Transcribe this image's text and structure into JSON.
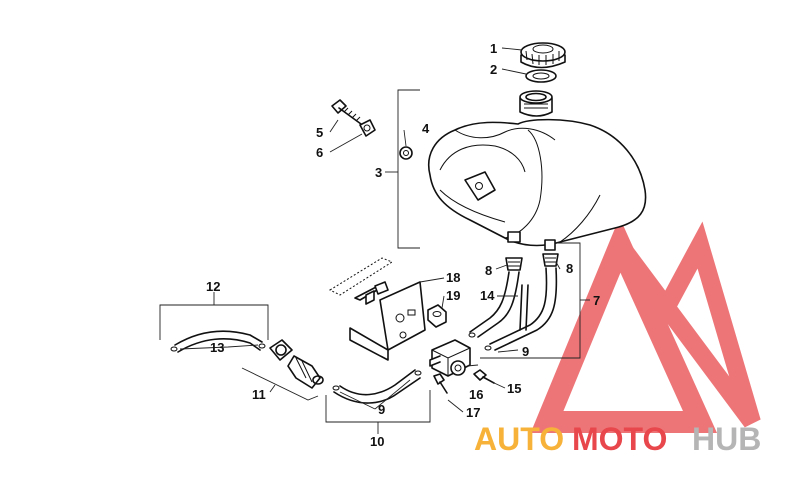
{
  "callouts": {
    "c1": "1",
    "c2": "2",
    "c3": "3",
    "c4": "4",
    "c5": "5",
    "c6": "6",
    "c7": "7",
    "c8a": "8",
    "c8b": "8",
    "c9a": "9",
    "c9b": "9",
    "c10": "10",
    "c11": "11",
    "c12": "12",
    "c13": "13",
    "c14": "14",
    "c15": "15",
    "c16": "16",
    "c17": "17",
    "c18": "18",
    "c19": "19"
  },
  "watermark": {
    "part1": "AUTO",
    "part2": "MOTO",
    "part3": "HUB",
    "color_orange": "#f7b23a",
    "color_red": "#e8474b",
    "color_grey": "#b5b5b5"
  }
}
